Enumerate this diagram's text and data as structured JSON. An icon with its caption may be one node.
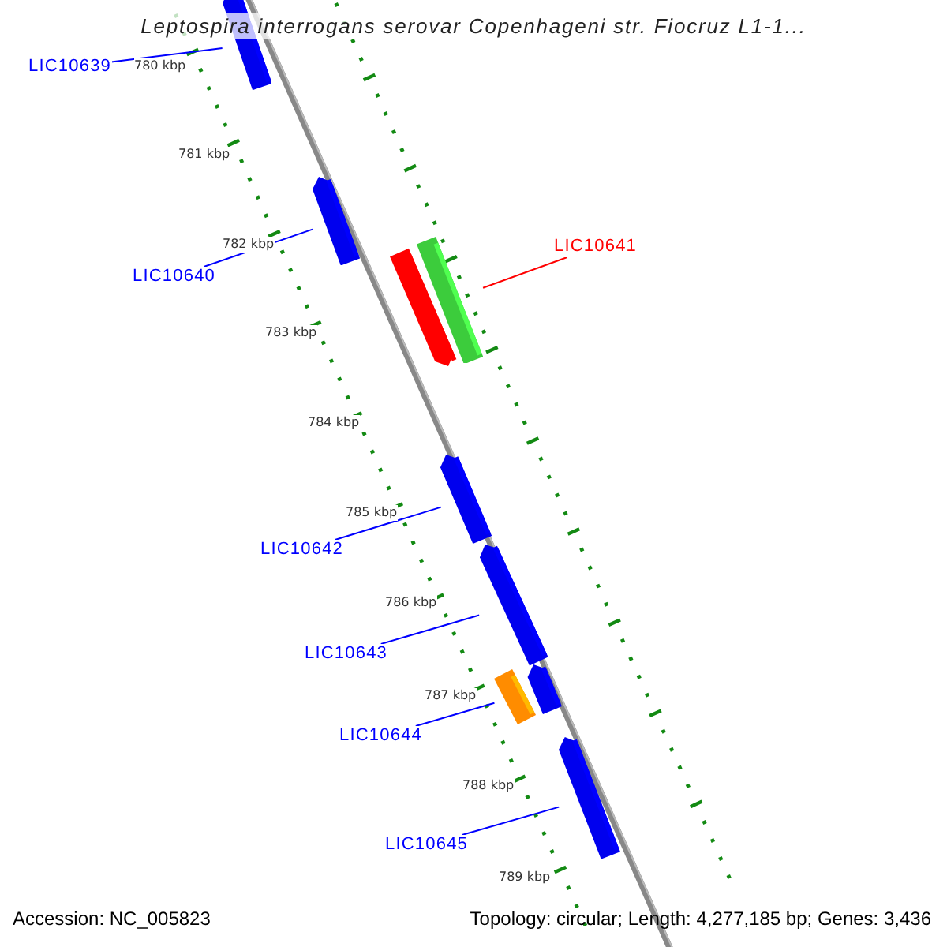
{
  "diagram": {
    "title": "Leptospira interrogans serovar Copenhageni str. Fiocruz L1-1...",
    "nodes": [
      {
        "text": [
          "LIC10639"
        ]
      },
      {
        "text": [],
        "shape": "arrow"
      },
      {
        "text": [
          "LIC10640"
        ]
      },
      {
        "text": [],
        "shape": "arrow"
      },
      {
        "text": [
          "LIC10641"
        ]
      },
      {
        "text": [],
        "shape": "arrow"
      },
      {
        "text": [
          "LIC10642"
        ]
      },
      {
        "text": [],
        "shape": "arrow"
      },
      {
        "text": [
          "LIC10643"
        ]
      },
      {
        "text": [],
        "shape": "arrow"
      },
      {
        "text": [
          "LIC10644"
        ]
      },
      {
        "text": [],
        "shape": "arrow"
      },
      {
        "text": [
          "LIC10645"
        ]
      },
      {
        "text": [],
        "shape": "arrow"
      }
    ],
    "edges": [
      {
        "from": 0,
        "to": 1,
        "arrow": "none"
      },
      {
        "from": 2,
        "to": 3,
        "arrow": "none"
      },
      {
        "from": 4,
        "to": 5,
        "arrow": "none",
        "color": "#ff0000"
      },
      {
        "from": 6,
        "to": 7,
        "arrow": "none"
      },
      {
        "from": 8,
        "to": 9,
        "arrow": "none"
      },
      {
        "from": 10,
        "to": 11,
        "arrow": "none"
      },
      {
        "from": 12,
        "to": 13,
        "arrow": "none"
      }
    ],
    "labels": [
      "780 kbp",
      "781 kbp",
      "782 kbp",
      "783 kbp",
      "784 kbp",
      "785 kbp",
      "786 kbp",
      "787 kbp",
      "788 kbp",
      "789 kbp",
      "Accession: NC_005823",
      "Topology: circular; Length: 4,277,185 bp; Genes: 3,436"
    ]
  }
}
